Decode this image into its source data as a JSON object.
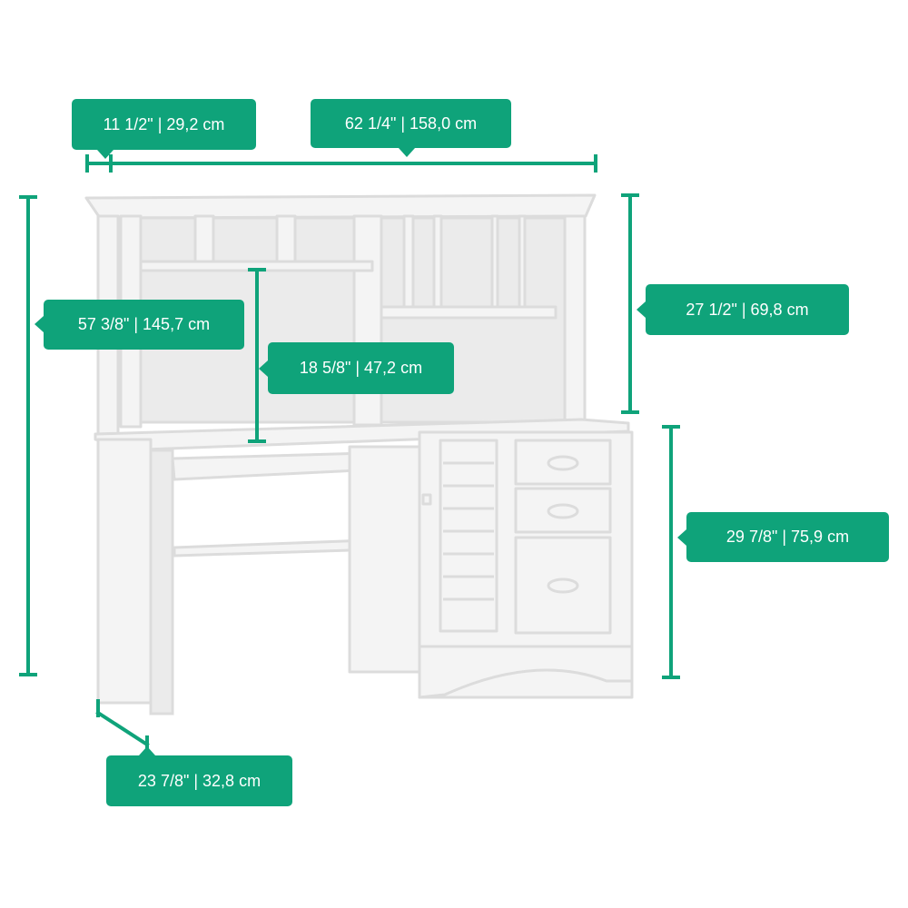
{
  "colors": {
    "accent": "#0fa37a",
    "furniture_fill": "#f4f4f4",
    "furniture_stroke": "#dcdcdc"
  },
  "dimensions": {
    "hutch_side_depth": "11 1/2\" | 29,2 cm",
    "overall_width": "62 1/4\" | 158,0 cm",
    "overall_height": "57 3/8\" | 145,7 cm",
    "hutch_height": "27 1/2\" | 69,8 cm",
    "hutch_opening_height": "18 5/8\" | 47,2 cm",
    "desk_height": "29 7/8\" | 75,9 cm",
    "desk_depth": "23 7/8\" | 32,8 cm"
  }
}
